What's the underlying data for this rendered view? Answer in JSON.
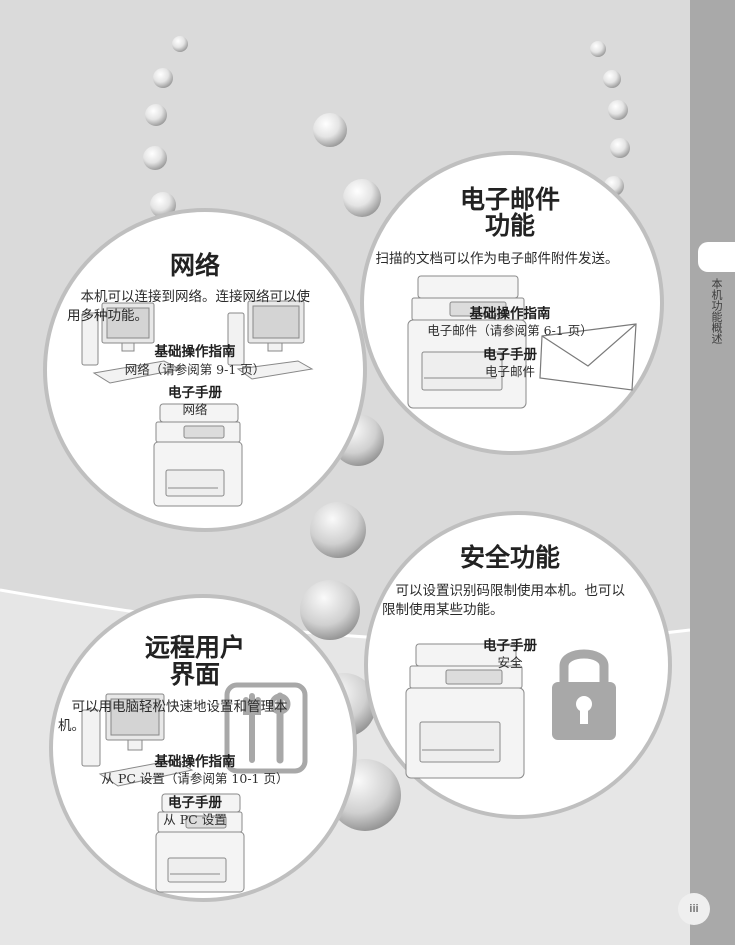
{
  "sidebar": {
    "label": "本机功能概述"
  },
  "page_number": "iii",
  "network": {
    "title": "网络",
    "desc": "本机可以连接到网络。连接网络可以使用多种功能。",
    "ref1_title": "基础操作指南",
    "ref1_sub": "网络（请参阅第 9-1 页）",
    "ref2_title": "电子手册",
    "ref2_sub": "网络"
  },
  "email": {
    "title_line1": "电子邮件",
    "title_line2": "功能",
    "desc": "扫描的文档可以作为电子邮件附件发送。",
    "ref1_title": "基础操作指南",
    "ref1_sub": "电子邮件（请参阅第 6-1 页）",
    "ref2_title": "电子手册",
    "ref2_sub": "电子邮件"
  },
  "security": {
    "title": "安全功能",
    "desc": "可以设置识别码限制使用本机。也可以限制使用某些功能。",
    "ref1_title": "电子手册",
    "ref1_sub": "安全"
  },
  "remote_ui": {
    "title_line1": "远程用户",
    "title_line2": "界面",
    "desc": "可以用电脑轻松快速地设置和管理本机。",
    "ref1_title": "基础操作指南",
    "ref1_sub": "从 PC 设置（请参阅第 10-1 页）",
    "ref2_title": "电子手册",
    "ref2_sub": "从 PC 设置"
  }
}
